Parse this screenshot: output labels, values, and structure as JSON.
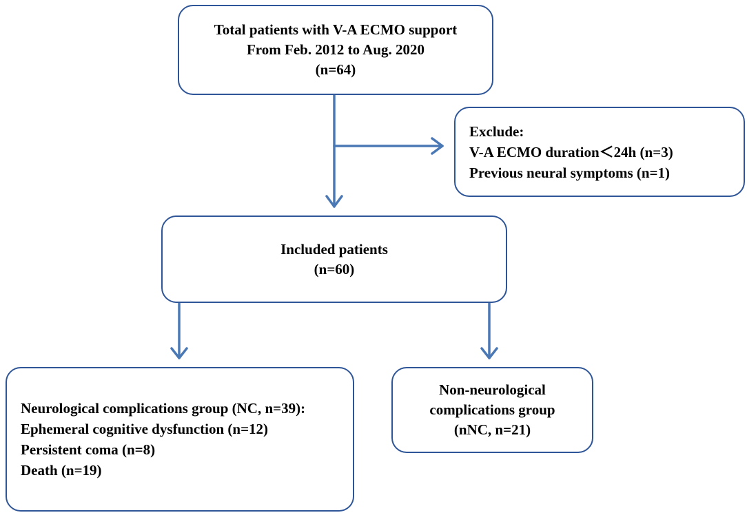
{
  "boxes": {
    "total": {
      "lines": [
        "Total patients with V-A ECMO support",
        "From Feb. 2012 to Aug. 2020",
        "(n=64)"
      ]
    },
    "exclude": {
      "lines": [
        "Exclude:",
        "V-A ECMO duration＜24h (n=3)",
        "Previous neural symptoms (n=1)"
      ]
    },
    "included": {
      "lines": [
        "Included patients",
        "(n=60)"
      ]
    },
    "nc": {
      "lines": [
        "Neurological complications group (NC, n=39):",
        "Ephemeral cognitive dysfunction (n=12)",
        "Persistent coma (n=8)",
        "Death (n=19)"
      ]
    },
    "nnc": {
      "lines": [
        "Non-neurological",
        "complications group",
        "(nNC, n=21)"
      ]
    }
  },
  "colors": {
    "border": "#2e5597",
    "arrow": "#4a78b5",
    "text": "#000000"
  }
}
